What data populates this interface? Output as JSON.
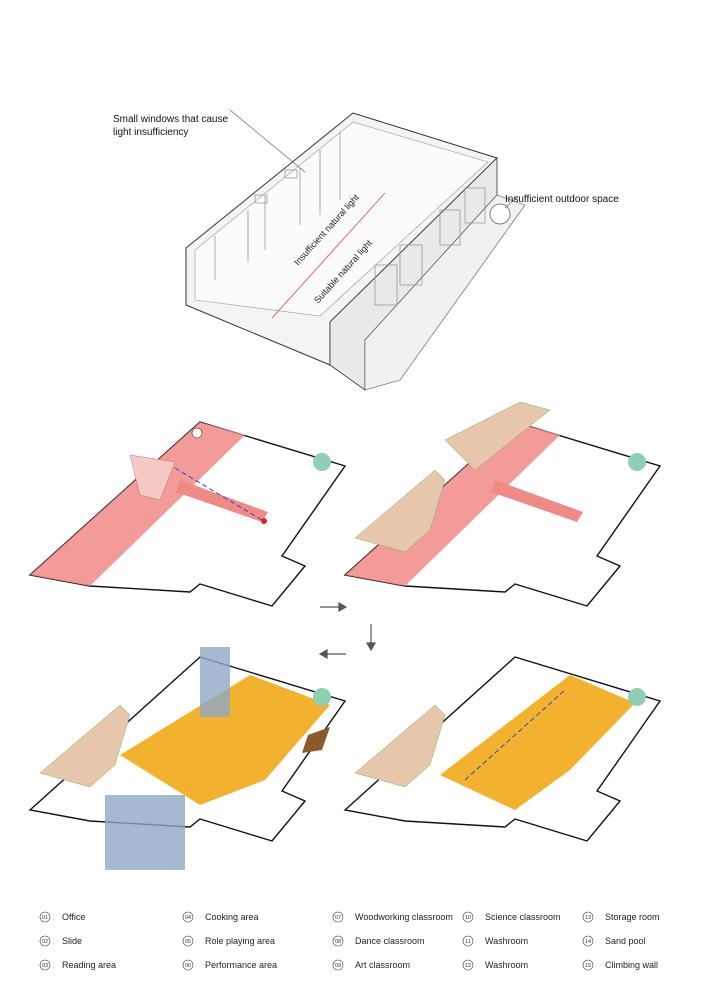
{
  "annotations": {
    "small_windows_line1": "Small windows that cause",
    "small_windows_line2": "light insufficiency",
    "outdoor": "Insufficient outdoor space",
    "insufficient_light": "Insufficient natural light",
    "suitable_light": "Suitable natural light"
  },
  "colors": {
    "path": "#f08a86",
    "wood": "#e6c7ac",
    "orange": "#f2b12e",
    "blue": "#8fa9c6",
    "pink": "#f6c9c7",
    "tree": "#8fcfb5"
  },
  "legend": [
    {
      "num": "01",
      "label": "Office"
    },
    {
      "num": "02",
      "label": "Slide"
    },
    {
      "num": "03",
      "label": "Reading area"
    },
    {
      "num": "04",
      "label": "Cooking area"
    },
    {
      "num": "05",
      "label": "Role playing area"
    },
    {
      "num": "06",
      "label": "Performance area"
    },
    {
      "num": "07",
      "label": "Woodworking classroom"
    },
    {
      "num": "08",
      "label": "Dance classroom"
    },
    {
      "num": "09",
      "label": "Art classroom"
    },
    {
      "num": "10",
      "label": "Science classroom"
    },
    {
      "num": "11",
      "label": "Washroom"
    },
    {
      "num": "12",
      "label": "Washroom"
    },
    {
      "num": "13",
      "label": "Storage room"
    },
    {
      "num": "14",
      "label": "Sand pool"
    },
    {
      "num": "15",
      "label": "Climbing wall"
    }
  ]
}
